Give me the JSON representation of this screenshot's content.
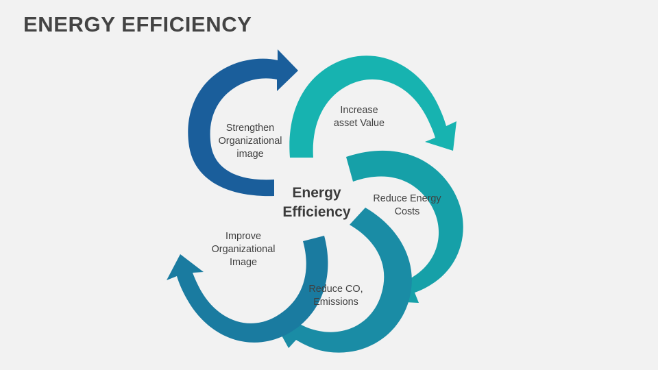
{
  "page": {
    "title": "ENERGY EFFICIENCY",
    "background_color": "#f2f2f2",
    "text_color": "#3f3f3f",
    "title_color": "#444444"
  },
  "diagram": {
    "type": "cycle-pinwheel",
    "center": {
      "line1": "Energy",
      "line2": "Efficiency"
    },
    "nodes": [
      {
        "id": "increase-asset-value",
        "line1": "Increase",
        "line2": "asset Value",
        "line3": "",
        "color": "#17b3b0",
        "arrow": "top-arc-right"
      },
      {
        "id": "reduce-energy-costs",
        "line1": "Reduce Energy",
        "line2": "Costs",
        "line3": "",
        "color": "#16a0a8",
        "arrow": "right-arc-down"
      },
      {
        "id": "reduce-co2-emissions",
        "line1": "Reduce CO,",
        "line2": "Emissions",
        "line3": "",
        "color": "#1a8ca5",
        "arrow": "bottom-arc-left"
      },
      {
        "id": "improve-organizational-image",
        "line1": "Improve",
        "line2": "Organizational",
        "line3": "Image",
        "color": "#1a7ba0",
        "arrow": "left-arc-up"
      },
      {
        "id": "strengthen-organizational-image",
        "line1": "Strengthen",
        "line2": "Organizational",
        "line3": "image",
        "color": "#1a5e9b",
        "arrow": "upper-left-arc-up-right"
      }
    ]
  }
}
